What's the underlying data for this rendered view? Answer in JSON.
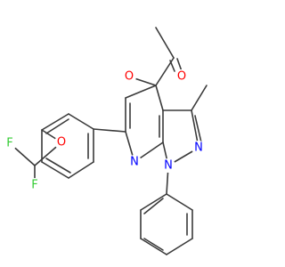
{
  "colors": {
    "O": "#ff0000",
    "N": "#0000ff",
    "F": "#33cc33"
  },
  "atoms": {
    "o_carbonyl": "O",
    "o_ester": "O",
    "n_pyrazole_2": "N",
    "n_pyridine": "N",
    "n_pyrazole_1": "N",
    "o_ether": "O",
    "f_upper": "F",
    "f_lower": "F"
  }
}
